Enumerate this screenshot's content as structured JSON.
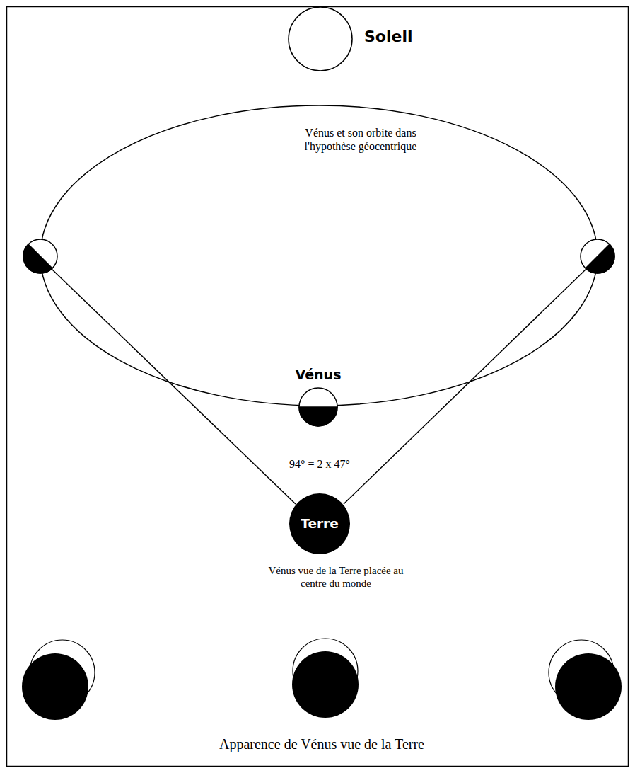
{
  "diagram": {
    "caption": "Apparence de Vénus vue de la Terre",
    "nodes": [
      {
        "text": [
          "Soleil"
        ]
      },
      {
        "text": [
          "Vénus et son orbite dans l'hypothèse géocentrique"
        ]
      },
      {
        "text": [
          "Vénus"
        ]
      },
      {
        "text": [
          "Terre",
          "Vénus vue de la Terre placée au centre du monde"
        ]
      }
    ],
    "labels": [
      "94° = 2 x 47°"
    ]
  }
}
